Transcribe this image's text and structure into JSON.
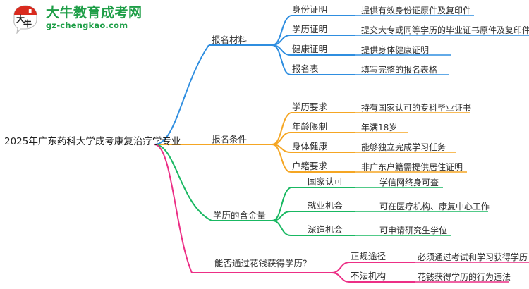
{
  "logo": {
    "icon": "speech-bubble-logo-icon",
    "mark_text": "大牛",
    "title": "大牛教育成考网",
    "subtitle": "gz-chengkao.com",
    "brand_color": "#1e9e47",
    "mark_color": "#d92b1f"
  },
  "mindmap": {
    "root": "2025年广东药科大学成考康复治疗学专业",
    "branches": [
      {
        "label": "报名材料",
        "color": "#2f8ee0",
        "children": [
          {
            "label": "身份证明",
            "detail": "提供有效身份证原件及复印件"
          },
          {
            "label": "学历证明",
            "detail": "提交大专或同等学历的毕业证书原件及复印件"
          },
          {
            "label": "健康证明",
            "detail": "提供身体健康证明"
          },
          {
            "label": "报名表",
            "detail": "填写完整的报名表格"
          }
        ]
      },
      {
        "label": "报名条件",
        "color": "#f5a623",
        "children": [
          {
            "label": "学历要求",
            "detail": "持有国家认可的专科毕业证书"
          },
          {
            "label": "年龄限制",
            "detail": "年满18岁"
          },
          {
            "label": "身体健康",
            "detail": "能够独立完成学习任务"
          },
          {
            "label": "户籍要求",
            "detail": "非广东户籍需提供居住证明"
          }
        ]
      },
      {
        "label": "学历的含金量",
        "color": "#19b862",
        "children": [
          {
            "label": "国家认可",
            "detail": "学信网终身可查"
          },
          {
            "label": "就业机会",
            "detail": "可在医疗机构、康复中心工作"
          },
          {
            "label": "深造机会",
            "detail": "可申请研究生学位"
          }
        ]
      },
      {
        "label": "能否通过花钱获得学历？",
        "color": "#ec2f86",
        "children": [
          {
            "label": "正规途径",
            "detail": "必须通过考试和学习获得学历"
          },
          {
            "label": "不法机构",
            "detail": "花钱获得学历的行为违法"
          }
        ]
      }
    ]
  }
}
